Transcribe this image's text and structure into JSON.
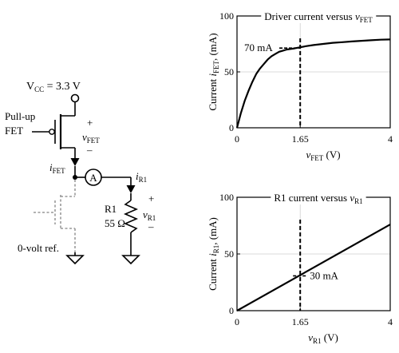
{
  "circuit": {
    "vcc_base": "V",
    "vcc_sub": "CC",
    "vcc_value": " = 3.3 V",
    "pullup_line1": "Pull-up",
    "pullup_line2": "FET",
    "plus": "+",
    "minus": "–",
    "v": "v",
    "fet_sub": "FET",
    "i": "i",
    "r1_sub": "R1",
    "ammeter": "A",
    "r1_name": "R1",
    "r1_value": "55 Ω",
    "ground_ref": "0-volt ref."
  },
  "chart_data": [
    {
      "type": "line",
      "title_prefix": "Driver current versus ",
      "title_var": "v",
      "title_sub": "FET",
      "ylabel_prefix": "Current ",
      "ylabel_var": "i",
      "ylabel_sub": "FET",
      "ylabel_suffix": ", (mA)",
      "xlabel_var": "v",
      "xlabel_sub": "FET",
      "xlabel_suffix": " (V)",
      "xlim": [
        0,
        4
      ],
      "ylim": [
        0,
        100
      ],
      "xticks": [
        "0",
        "1.65",
        "4"
      ],
      "yticks": [
        "0",
        "50",
        "100"
      ],
      "x": [
        0,
        0.1,
        0.2,
        0.3,
        0.4,
        0.5,
        0.6,
        0.7,
        0.8,
        0.9,
        1.0,
        1.1,
        1.2,
        1.3,
        1.4,
        1.5,
        1.65,
        1.8,
        2.0,
        2.25,
        2.5,
        2.75,
        3.0,
        3.25,
        3.5,
        3.75,
        4.0
      ],
      "y": [
        0,
        13,
        24,
        33,
        41,
        48,
        53,
        57,
        61,
        64,
        66,
        68,
        69,
        70,
        70.5,
        71,
        72,
        73,
        74,
        75,
        76,
        76.6,
        77.2,
        77.8,
        78.3,
        78.8,
        79
      ],
      "marker_x": 1.65,
      "annotation": "70 mA",
      "grid": true
    },
    {
      "type": "line",
      "title_prefix": "R1 current versus ",
      "title_var": "v",
      "title_sub": "R1",
      "ylabel_prefix": "Current ",
      "ylabel_var": "i",
      "ylabel_sub": "R1",
      "ylabel_suffix": ", (mA)",
      "xlabel_var": "v",
      "xlabel_sub": "R1",
      "xlabel_suffix": " (V)",
      "xlim": [
        0,
        4
      ],
      "ylim": [
        0,
        100
      ],
      "xticks": [
        "0",
        "1.65",
        "4"
      ],
      "yticks": [
        "0",
        "50",
        "100"
      ],
      "x": [
        0,
        4
      ],
      "y": [
        0,
        76
      ],
      "marker_x": 1.65,
      "annotation": "30 mA",
      "grid": true
    }
  ]
}
